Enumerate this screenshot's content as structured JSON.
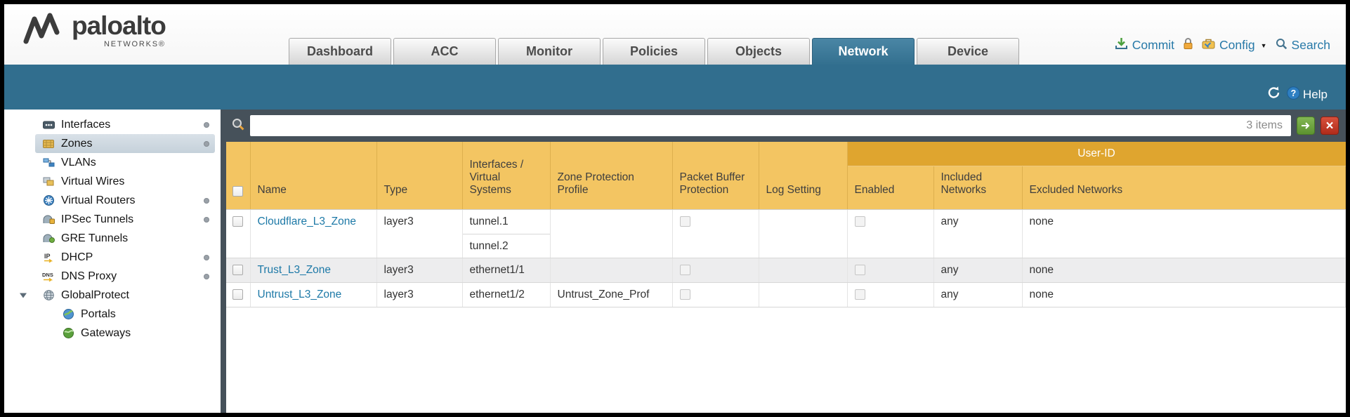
{
  "brand": {
    "name": "paloalto",
    "sub": "NETWORKS®"
  },
  "header": {
    "tabs": [
      {
        "label": "Dashboard",
        "active": false
      },
      {
        "label": "ACC",
        "active": false
      },
      {
        "label": "Monitor",
        "active": false
      },
      {
        "label": "Policies",
        "active": false
      },
      {
        "label": "Objects",
        "active": false
      },
      {
        "label": "Network",
        "active": true
      },
      {
        "label": "Device",
        "active": false
      }
    ],
    "actions": {
      "commit": "Commit",
      "config": "Config",
      "search": "Search"
    }
  },
  "subheader": {
    "help": "Help"
  },
  "sidebar": {
    "items": [
      {
        "label": "Interfaces",
        "icon": "interfaces-icon",
        "dot": true
      },
      {
        "label": "Zones",
        "icon": "zones-icon",
        "dot": true,
        "selected": true
      },
      {
        "label": "VLANs",
        "icon": "vlans-icon",
        "dot": false
      },
      {
        "label": "Virtual Wires",
        "icon": "virtual-wires-icon",
        "dot": false
      },
      {
        "label": "Virtual Routers",
        "icon": "virtual-routers-icon",
        "dot": true
      },
      {
        "label": "IPSec Tunnels",
        "icon": "ipsec-tunnels-icon",
        "dot": true
      },
      {
        "label": "GRE Tunnels",
        "icon": "gre-tunnels-icon",
        "dot": false
      },
      {
        "label": "DHCP",
        "icon": "dhcp-icon",
        "dot": true
      },
      {
        "label": "DNS Proxy",
        "icon": "dns-proxy-icon",
        "dot": true
      },
      {
        "label": "GlobalProtect",
        "icon": "globalprotect-icon",
        "dot": false,
        "expanded": true
      },
      {
        "label": "Portals",
        "icon": "portals-icon",
        "dot": false,
        "child": true
      },
      {
        "label": "Gateways",
        "icon": "gateways-icon",
        "dot": false,
        "child": true
      }
    ]
  },
  "filter": {
    "value": "",
    "count": "3 items"
  },
  "table": {
    "group_header": "User-ID",
    "columns": [
      "Name",
      "Type",
      "Interfaces / Virtual Systems",
      "Zone Protection Profile",
      "Packet Buffer Protection",
      "Log Setting",
      "Enabled",
      "Included Networks",
      "Excluded Networks"
    ],
    "rows": [
      {
        "name": "Cloudflare_L3_Zone",
        "type": "layer3",
        "interfaces": [
          "tunnel.1",
          "tunnel.2"
        ],
        "zone_protection_profile": "",
        "packet_buffer_protection": false,
        "log_setting": "",
        "user_id_enabled": false,
        "included_networks": "any",
        "excluded_networks": "none"
      },
      {
        "name": "Trust_L3_Zone",
        "type": "layer3",
        "interfaces": [
          "ethernet1/1"
        ],
        "zone_protection_profile": "",
        "packet_buffer_protection": false,
        "log_setting": "",
        "user_id_enabled": false,
        "included_networks": "any",
        "excluded_networks": "none"
      },
      {
        "name": "Untrust_L3_Zone",
        "type": "layer3",
        "interfaces": [
          "ethernet1/2"
        ],
        "zone_protection_profile": "Untrust_Zone_Prof",
        "packet_buffer_protection": false,
        "log_setting": "",
        "user_id_enabled": false,
        "included_networks": "any",
        "excluded_networks": "none"
      }
    ]
  },
  "icons": {
    "commit": "download-into-tray",
    "lock": "padlock",
    "config": "toolbox",
    "config_caret": "caret-down",
    "search": "magnifier",
    "refresh": "circular-arrows",
    "help": "question-circle",
    "filter": "magnifier",
    "apply": "arrow-right",
    "clear": "close-x"
  },
  "colors": {
    "teal_band": "#316e8e",
    "active_tab": "#33708f",
    "header_amber": "#f3c562",
    "group_amber": "#dfa52f",
    "link_blue": "#1d79a7",
    "panel_dark": "#46515a",
    "apply_green": "#5d9330",
    "clear_red": "#b02c1a"
  }
}
